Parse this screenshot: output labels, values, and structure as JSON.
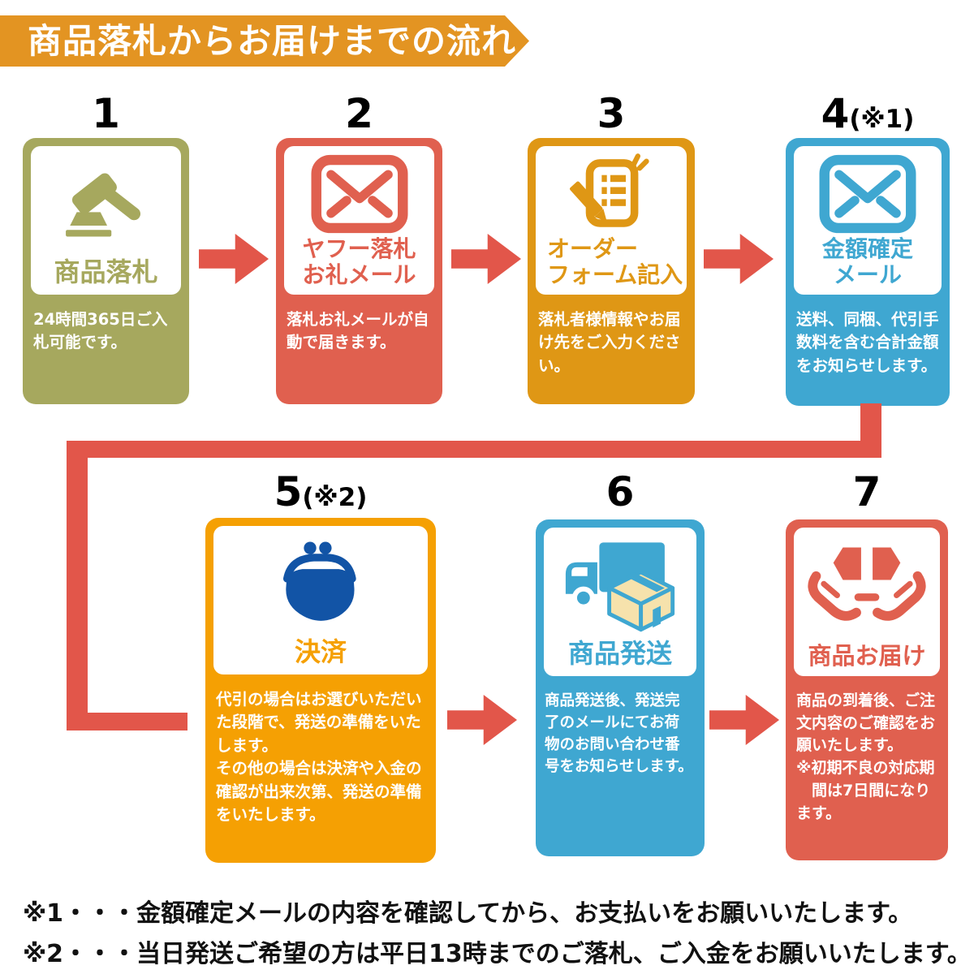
{
  "title": "商品落札からお届けまでの流れ",
  "colors": {
    "banner": "#e39422",
    "step1_olive": "#a6a85e",
    "step2_red": "#e0604f",
    "step3_orange": "#df9715",
    "step4_blue": "#3fa7d1",
    "step5_orange": "#f5a003",
    "step6_blue": "#3fa7d1",
    "step7_red": "#e0604f",
    "arrow_red": "#e2564a",
    "purse_navy": "#1254a6",
    "cardboard_cream": "#f6e2ac"
  },
  "steps": [
    {
      "num": "1",
      "suffix": "",
      "label": "商品落札",
      "icon": "gavel-icon",
      "body": "24時間365日ご入\n札可能です。"
    },
    {
      "num": "2",
      "suffix": "",
      "label": "ヤフー落札\nお礼メール",
      "icon": "mail-icon",
      "body": "落札お礼メールが自\n動で届きます。"
    },
    {
      "num": "3",
      "suffix": "",
      "label": "オーダー\nフォーム記入",
      "icon": "order-form-icon",
      "body": "落札者様情報やお届\nけ先をご入力くださ\nい。"
    },
    {
      "num": "4",
      "suffix": "(※1)",
      "label": "金額確定\nメール",
      "icon": "mail-icon",
      "body": "送料、同梱、代引手\n数料を含む合計金額\nをお知らせします。"
    },
    {
      "num": "5",
      "suffix": "(※2)",
      "label": "決済",
      "icon": "purse-icon",
      "body": "代引の場合はお選びいただい\nた段階で、発送の準備をいた\nします。\nその他の場合は決済や入金の\n確認が出来次第、発送の準備\nをいたします。"
    },
    {
      "num": "6",
      "suffix": "",
      "label": "商品発送",
      "icon": "truck-icon",
      "body": "商品発送後、発送完\n了のメールにてお荷\n物のお問い合わせ番\n号をお知らせします。"
    },
    {
      "num": "7",
      "suffix": "",
      "label": "商品お届け",
      "icon": "delivery-hands-icon",
      "body": "商品の到着後、ご注\n文内容のご確認をお\n願いたします。\n※初期不良の対応期\n　間は7日間になり\nます。"
    }
  ],
  "notes": [
    "※1・・・金額確定メールの内容を確認してから、お支払いをお願いいたします。",
    "※2・・・当日発送ご希望の方は平日13時までのご落札、ご入金をお願いいたします。"
  ]
}
